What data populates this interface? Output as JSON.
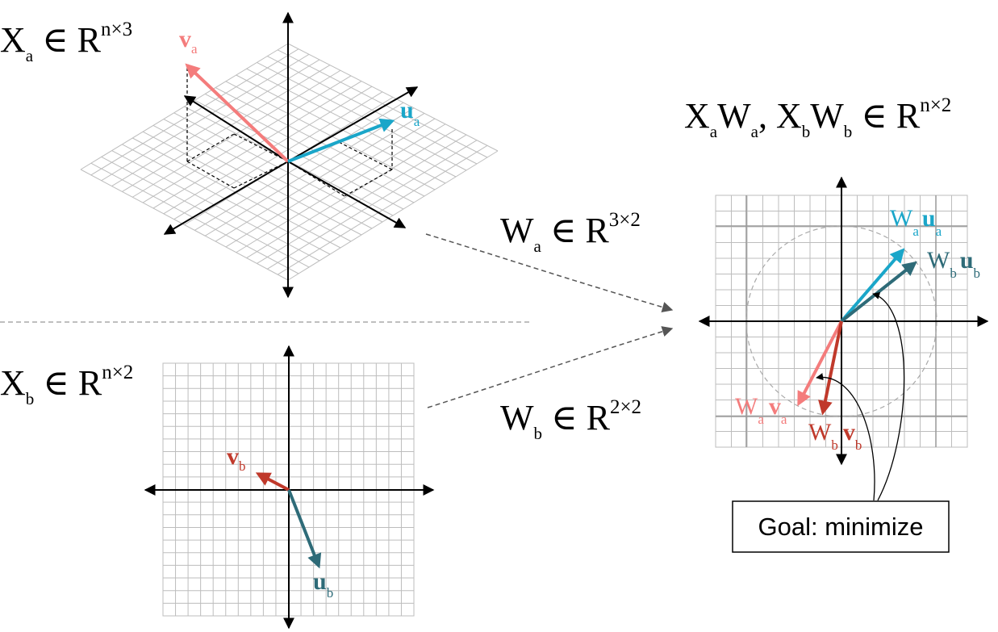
{
  "labels": {
    "xa": {
      "base": "X",
      "sub": "a",
      "rel": " ∈ R",
      "sup": "n×3"
    },
    "xb": {
      "base": "X",
      "sub": "b",
      "rel": " ∈ R",
      "sup": "n×2"
    },
    "wa": {
      "base": "W",
      "sub": "a",
      "rel": " ∈ R",
      "sup": "3×2"
    },
    "wb": {
      "base": "W",
      "sub": "b",
      "rel": " ∈ R",
      "sup": "2×2"
    },
    "proj": {
      "x1": "X",
      "s1": "a",
      "w1": "W",
      "s2": "a",
      "comma": ", ",
      "x2": "X",
      "s3": "b",
      "w2": "W",
      "s4": "b",
      "rel": " ∈ R",
      "sup": "n×2"
    }
  },
  "vectors": {
    "va": {
      "base": "v",
      "sub": "a",
      "color": "#f47c7c"
    },
    "ua": {
      "base": "u",
      "sub": "a",
      "color": "#1aa6c9"
    },
    "vb": {
      "base": "v",
      "sub": "b",
      "color": "#c0392b"
    },
    "ub": {
      "base": "u",
      "sub": "b",
      "color": "#2e6b78"
    },
    "wa_ua": {
      "w": "W",
      "wsub": "a",
      "base": "u",
      "sub": "a",
      "color": "#1aa6c9"
    },
    "wb_ub": {
      "w": "W",
      "wsub": "b",
      "base": "u",
      "sub": "b",
      "color": "#2e6b78"
    },
    "wa_va": {
      "w": "W",
      "wsub": "a",
      "base": "v",
      "sub": "a",
      "color": "#f47c7c"
    },
    "wb_vb": {
      "w": "W",
      "wsub": "b",
      "base": "v",
      "sub": "b",
      "color": "#c0392b"
    }
  },
  "goal": "Goal: minimize",
  "colors": {
    "grid": "#bdbdbd",
    "axis": "#000000",
    "dash": "#555555",
    "divider": "#aaaaaa",
    "circle": "#aaaaaa"
  }
}
